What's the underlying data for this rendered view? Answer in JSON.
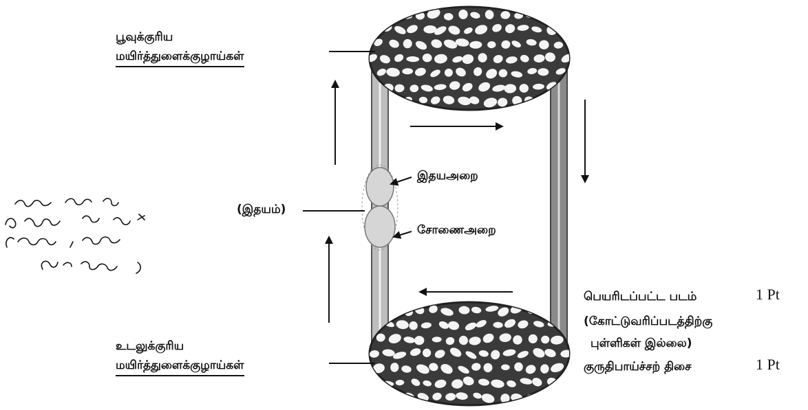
{
  "labels": {
    "pulmonary_line1": "பூவுக்குரிய",
    "pulmonary_line2": "மயிர்த்துளைக்குழாய்கள்",
    "systemic_line1": "உடலுக்குரிய",
    "systemic_line2": "மயிர்த்துளைக்குழாய்கள்",
    "heart": "(இதயம்)",
    "atrium": "இதயஅறை",
    "ventricle": "சோணைஅறை",
    "named_diagram": "பெயரிடப்பட்ட படம்",
    "note_line1": "(கோட்டுவரிப்படத்திற்கு",
    "note_line2": "புள்ளிகள் இல்லை)",
    "flow_direction": "குருதிபாய்ச்சற் திசை"
  },
  "points": {
    "named_diagram_pt": "1 Pt",
    "flow_direction_pt": "1 Pt"
  },
  "colors": {
    "ink": "#111111",
    "vessel": "#6e6e6e",
    "vessel_fill": "#bdbdbd",
    "bed_fill": "#3a3a3a",
    "cell_fill": "#f4f4f4"
  }
}
